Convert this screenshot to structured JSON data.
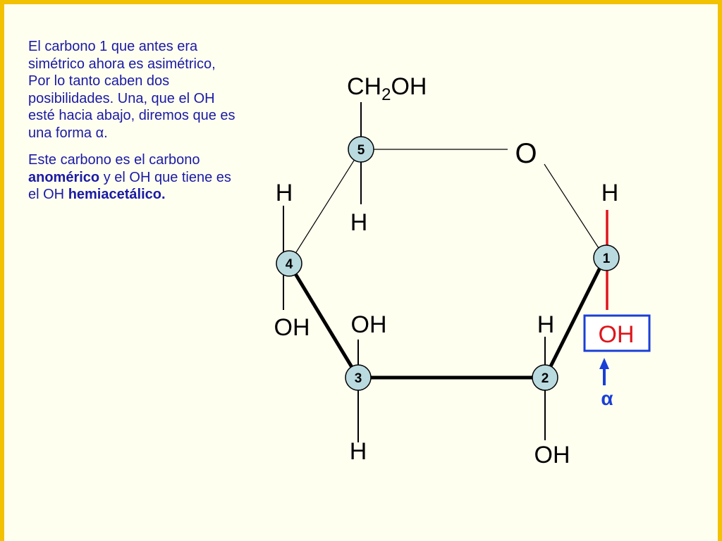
{
  "paragraph1": {
    "text": "El carbono 1 que antes era simétrico ahora es asimétrico, Por lo tanto caben dos posibilidades. Una, que el OH esté hacia abajo, diremos que es una forma α."
  },
  "paragraph2": {
    "part1": "Este carbono es el carbono ",
    "bold1": "anomérico",
    "part2": " y el OH que tiene es el OH ",
    "bold2": "hemiacetálico."
  },
  "molecule": {
    "ch2oh": "CH",
    "ch2oh_sub": "2",
    "ch2oh_tail": "OH",
    "ring_oxygen": "O",
    "carbons": [
      "1",
      "2",
      "3",
      "4",
      "5"
    ],
    "c1_h": "H",
    "c1_oh": "OH",
    "c2_h": "H",
    "c2_oh": "OH",
    "c3_oh": "OH",
    "c3_h": "H",
    "c4_h": "H",
    "c4_oh": "OH",
    "c5_h": "H"
  },
  "anomer": {
    "symbol": "α",
    "color": "#1a3fd6",
    "highlight_color": "#e0141b"
  }
}
